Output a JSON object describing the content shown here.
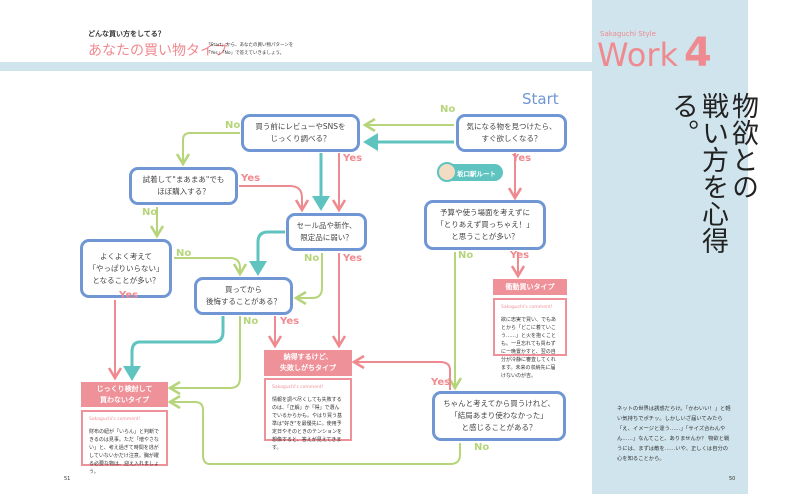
{
  "header": {
    "kicker": "どんな買い方をしてる？",
    "title": "あなたの買い物タイプ",
    "instruction": "「Start」から、あなたの買い物パターンを「Yes」「No」で答えていきましょう。"
  },
  "work": {
    "series": "Sakaguchi Style",
    "label": "Work",
    "number": "4"
  },
  "headline": {
    "line1": "物欲との",
    "line2": "戦い方を心得る。"
  },
  "intro": "ネットの世界は誘惑だらけ。「かわいい！」と軽い気持ちでポチッ。しかしいざ届いてみたら「え、イメージと違う……」「サイズ合わんやん……」なんてこと、ありませんか？ 物欲と戦うには、まずは敵を……いや、正しくは自分の心を知ることから。",
  "flow": {
    "start": "Start",
    "route_badge": "坂口駅ルート",
    "nodes": {
      "a": "気になる物を見つけたら、\nすぐ欲しくなる？",
      "b": "買う前にレビューやSNSを\nじっくり調べる？",
      "c": "試着して\"まあまあ\"でも\nほぼ購入する？",
      "d": "セール品や新作、\n限定品に弱い？",
      "e": "よくよく考えて\n「やっぱりいらない」\nとなることが多い？",
      "f": "買ってから\n後悔することがある？",
      "g": "予算や使う場面を考えずに\n「とりあえず買っちゃえ！」\nと思うことが多い？",
      "k": "ちゃんと考えてから買うけれど、\n「結局あまり使わなかった」\nと感じることがある？"
    },
    "yes": "Yes",
    "no": "No",
    "comment_label": "Sakaguchi's comment!",
    "types": {
      "impulse": {
        "name": "衝動買いタイプ",
        "comment": "欲に忠実で買い、でもあとから「どこに着ていこう……」と火を抱くことも。一旦忘れても買わずに一晩置かすと、翌の自分が冷静に審査してくれます。未来の収納先に届けないのが吉。"
      },
      "regret": {
        "name": "納得するけど、\n失敗しがちタイプ",
        "comment": "情報を調べ尽くしても失敗するのは、「正解」か「得」で選んでいるからかも。やはり買う基準は\"好き\"を最優先に。使用予定日やそのときのテンションを想像すると、答えが見えてきます。"
      },
      "careful": {
        "name": "じっくり検討して\n買わないタイプ",
        "comment": "財布の紐が「いらん」と判断できるのは見事。ただ「増やさない」と、考え過ぎて時間を逃がしていないかだけ注意。胸が躍る必要な物は、迎え入れましょう。"
      }
    }
  },
  "pages": {
    "left": "51",
    "right": "50"
  },
  "colors": {
    "yes": "#ef8a90",
    "no": "#b6d57a",
    "route": "#5fc4bf",
    "node_border": "#7097d3",
    "panel": "#cfe4ec"
  }
}
